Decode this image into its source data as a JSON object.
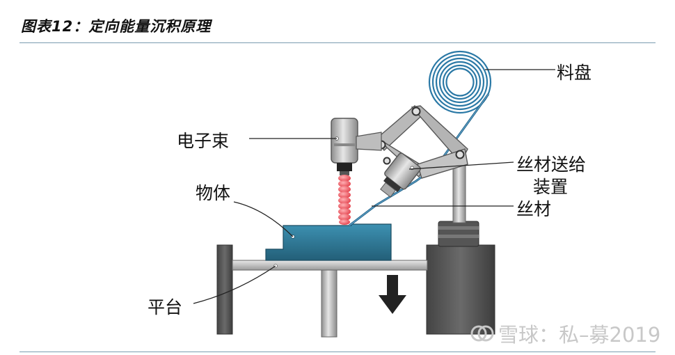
{
  "title": "图表12：定向能量沉积原理",
  "labels": {
    "spool": "料盘",
    "electron_beam": "电子束",
    "wire_feeder_line1": "丝材送给",
    "wire_feeder_line2": "装置",
    "object": "物体",
    "wire": "丝材",
    "platform": "平台"
  },
  "watermark": "雪球：私–募2019",
  "colors": {
    "object_blue": "#2f7f9f",
    "beam_red": "#e84c55",
    "metal_gray": "#a9a9a9",
    "dark_gray": "#5b5b5b",
    "rule": "#7a9bb0"
  }
}
